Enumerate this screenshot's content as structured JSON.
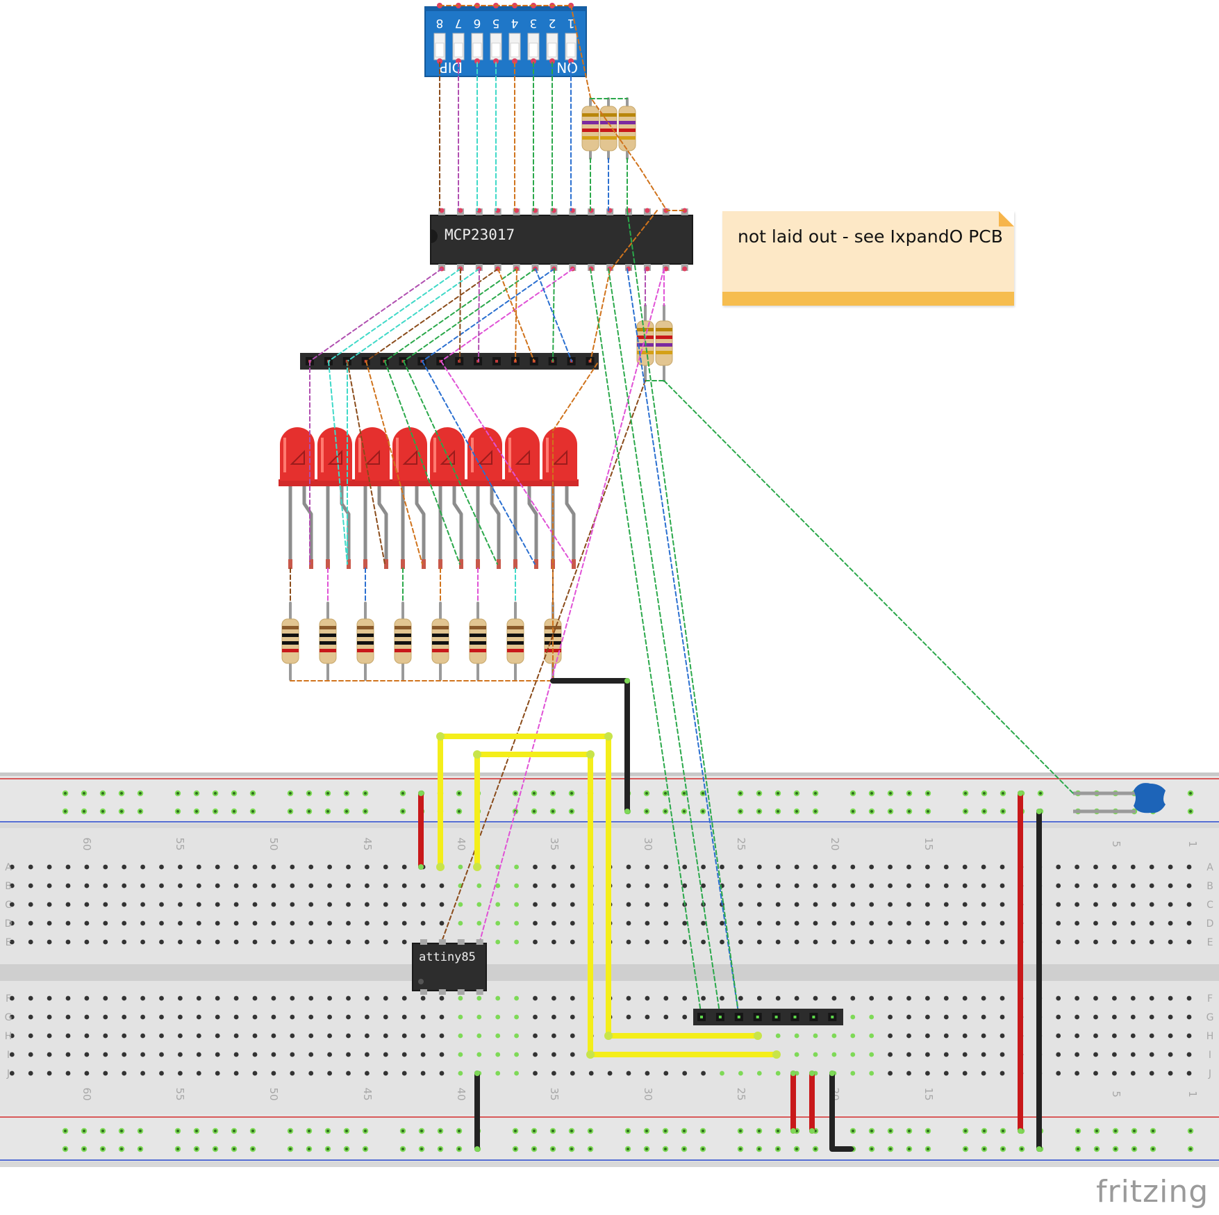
{
  "note": {
    "text": "not laid out - see IxpandO PCB"
  },
  "dip_switch": {
    "numbers": [
      "8",
      "7",
      "6",
      "5",
      "4",
      "3",
      "2",
      "1"
    ],
    "label_left": "DIP",
    "label_right": "ON"
  },
  "chips": {
    "expander": "MCP23017",
    "mcu": "attiny85"
  },
  "breadboard": {
    "column_labels_top": [
      "60",
      "55",
      "50",
      "45",
      "40",
      "35",
      "30",
      "25",
      "20",
      "15",
      "5",
      "1"
    ],
    "row_labels_top": [
      "A",
      "B",
      "C",
      "D",
      "E"
    ],
    "row_labels_bottom": [
      "F",
      "G",
      "H",
      "I",
      "J"
    ]
  },
  "branding": {
    "logo": "fritzing"
  },
  "colors": {
    "led": "#e5302e",
    "wire_red": "#c8181a",
    "wire_black": "#222222",
    "wire_yellow": "#f4ee1a",
    "dip_body": "#1f77c8",
    "rail_red": "#d42a2a",
    "rail_blue": "#2244cc"
  }
}
